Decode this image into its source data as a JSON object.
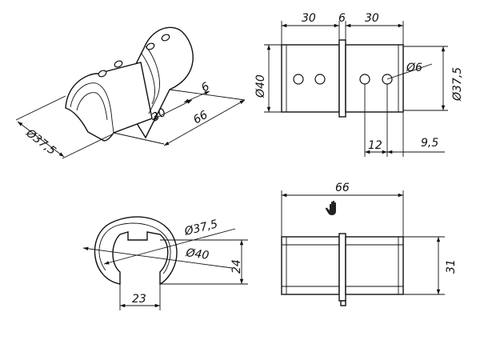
{
  "iso_view": {
    "dia": "Ø37,5",
    "len_total": "66",
    "len_part": "30",
    "len_ring": "6"
  },
  "front_view": {
    "top_left": "30",
    "top_mid": "6",
    "top_right": "30",
    "dia_outer": "Ø40",
    "dia_tube": "Ø37,5",
    "hole_dia": "Ø6",
    "hole_pos1": "12",
    "hole_pos2": "9,5"
  },
  "end_view": {
    "dia_inner": "Ø37,5",
    "dia_outer": "Ø40",
    "slot_height": "24",
    "slot_width": "23"
  },
  "side_view": {
    "length": "66",
    "height": "31",
    "icon": "hand-cursor-icon"
  },
  "colors": {
    "line": "#111111",
    "background": "#ffffff"
  }
}
